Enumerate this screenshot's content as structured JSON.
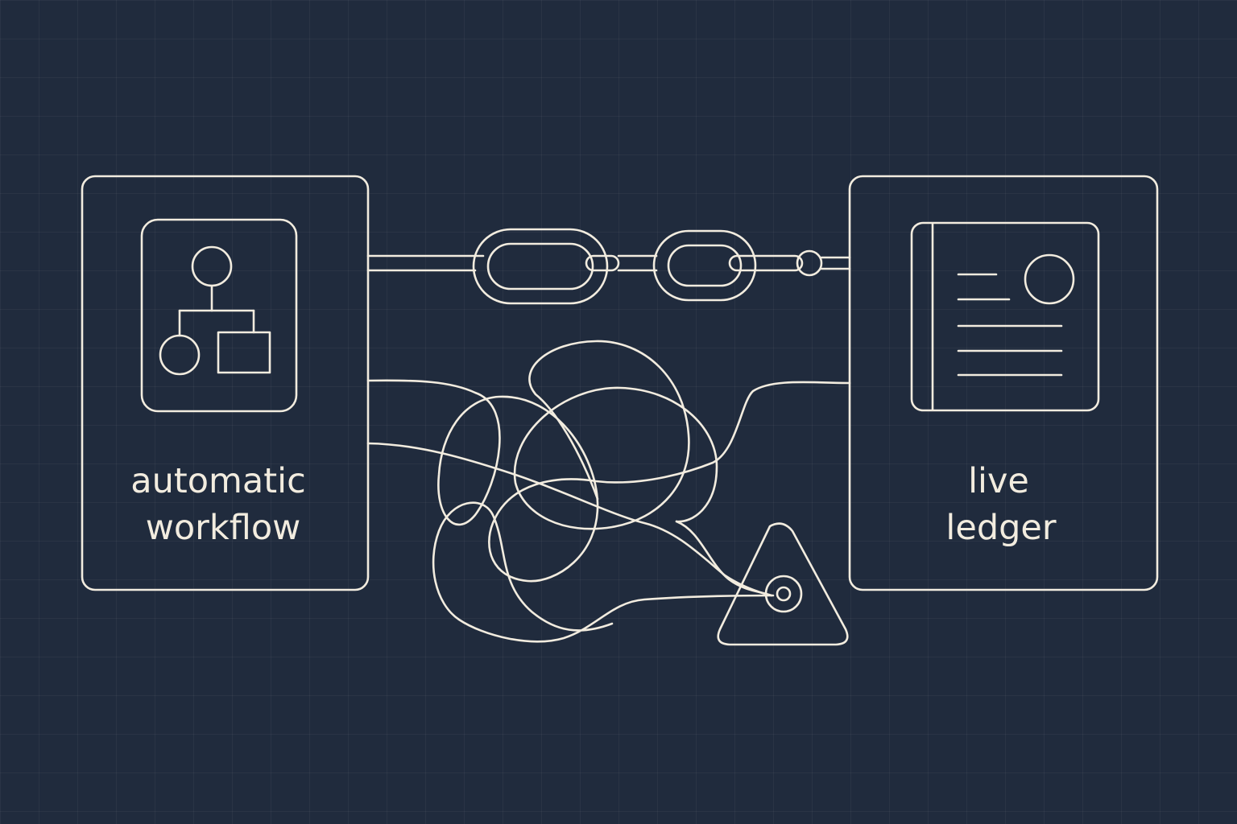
{
  "colors": {
    "background": "#202b3d",
    "grid": "#2c374a",
    "stroke": "#f2ecdf"
  },
  "left_panel": {
    "line1": "automatic",
    "line2": "workflow",
    "icon": "workflow-tree-icon"
  },
  "right_panel": {
    "line1": "live",
    "line2": "ledger",
    "icon": "ledger-document-icon"
  },
  "connectors": {
    "chain": "chain-links-icon",
    "tangle": "tangled-line",
    "warning": "warning-triangle-icon"
  }
}
